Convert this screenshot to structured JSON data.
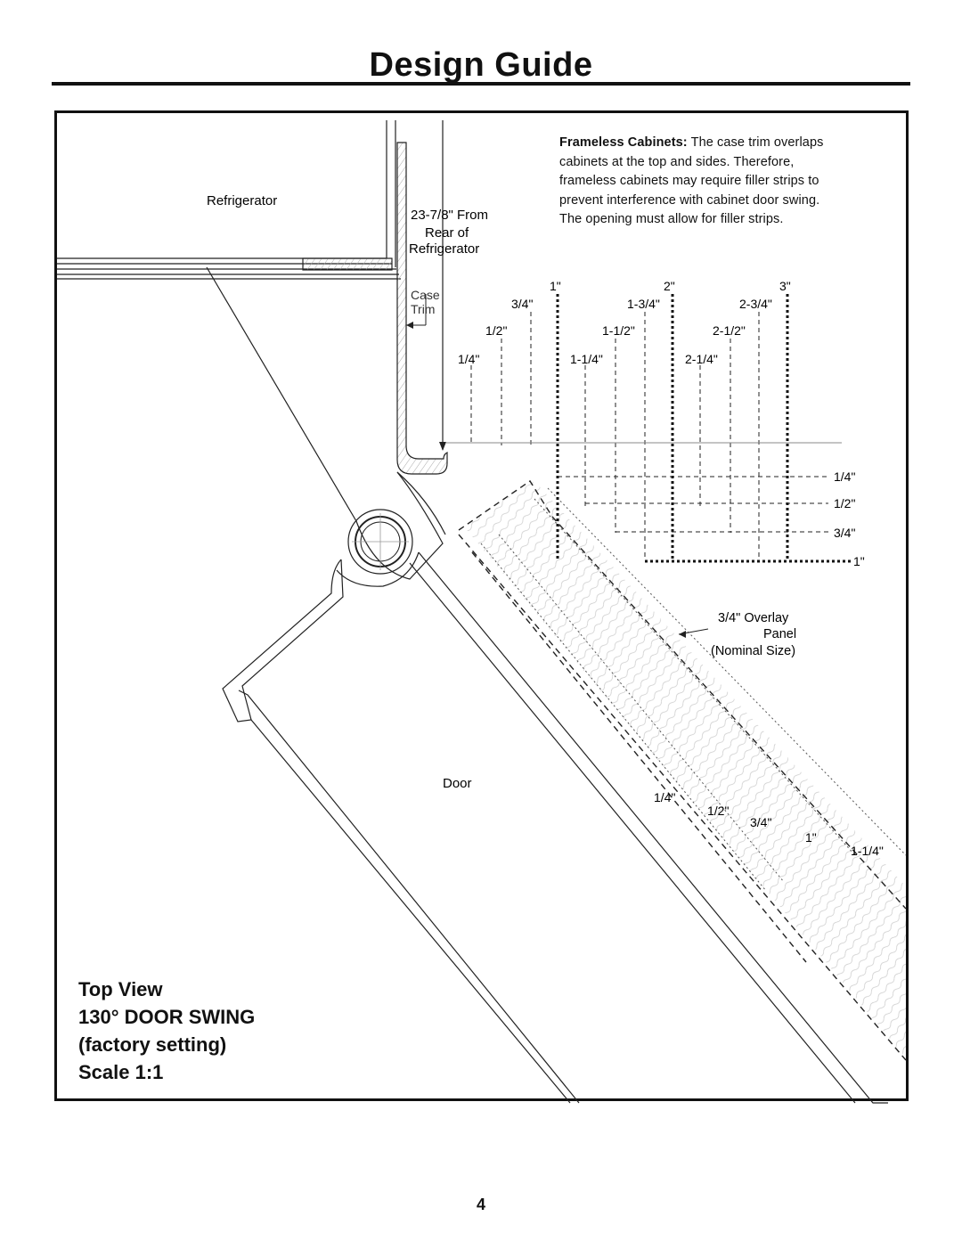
{
  "header": {
    "title": "Design Guide"
  },
  "note": {
    "heading": "Frameless Cabinets:",
    "body": "The case trim overlaps cabinets at the top and sides. Therefore, frameless cabinets may require filler strips to prevent interference with cabinet door swing. The opening must allow for filler strips."
  },
  "labels": {
    "refrigerator": "Refrigerator",
    "from_line1": "23-7/8\" From",
    "from_line2": "Rear of",
    "from_line3": "Refrigerator",
    "case": "Case",
    "trim": "Trim",
    "door": "Door",
    "overlay_line1": "3/4\" Overlay",
    "overlay_line2": "Panel",
    "overlay_line3": "(Nominal Size)"
  },
  "ruler": {
    "top_inches": [
      "1\"",
      "2\"",
      "3\""
    ],
    "row_3_4": [
      "3/4\"",
      "1-3/4\"",
      "2-3/4\""
    ],
    "row_1_2": [
      "1/2\"",
      "1-1/2\"",
      "2-1/2\""
    ],
    "row_1_4": [
      "1/4\"",
      "1-1/4\"",
      "2-1/4\""
    ],
    "right_side": [
      "1/4\"",
      "1/2\"",
      "3/4\"",
      "1\""
    ]
  },
  "panel_marks": [
    "1/4\"",
    "1/2\"",
    "3/4\"",
    "1\"",
    "1-1/4\""
  ],
  "caption": {
    "line1": "Top View",
    "line2": "130° DOOR SWING",
    "line3": "(factory setting)",
    "line4": "Scale 1:1"
  },
  "page_number": "4"
}
